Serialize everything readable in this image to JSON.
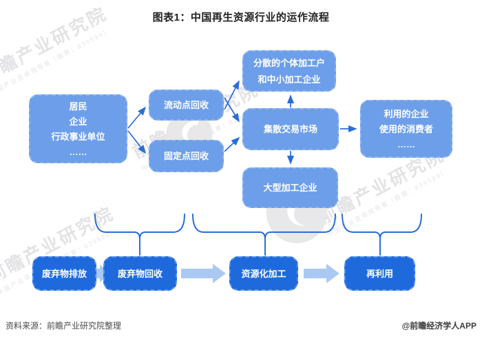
{
  "title": "图表1：中国再生资源行业的运作流程",
  "diagram": {
    "source_box": {
      "line1": "居民",
      "line2": "企业",
      "line3": "行政事业单位",
      "line4": "……"
    },
    "mobile_recycle_label": "流动点回收",
    "fixed_recycle_label": "固定点回收",
    "scattered_processors": {
      "line1": "分散的个体加工户",
      "line2": "和中小加工企业"
    },
    "trading_market_label": "集散交易市场",
    "large_processors_label": "大型加工企业",
    "users_box": {
      "line1": "利用的企业",
      "line2": "使用的消费者",
      "line3": "……"
    }
  },
  "stages": {
    "discharge": "废弃物排放",
    "recycle": "废弃物回收",
    "processing": "资源化加工",
    "reuse": "再利用"
  },
  "watermark": {
    "brand": "前瞻产业研究院",
    "subtext": "中国产业咨询领导者（股票：839599）"
  },
  "footer": {
    "source": "资料来源：前瞻产业研究院整理",
    "credit": "@前瞻经济学人APP"
  },
  "colors": {
    "light_box": "#6d9ee9",
    "dark_box": "#1e6adc",
    "arrow_line": "#2a6ed4",
    "block_arrow": "#a9c9f2",
    "watermark": "#e4e4e6"
  }
}
